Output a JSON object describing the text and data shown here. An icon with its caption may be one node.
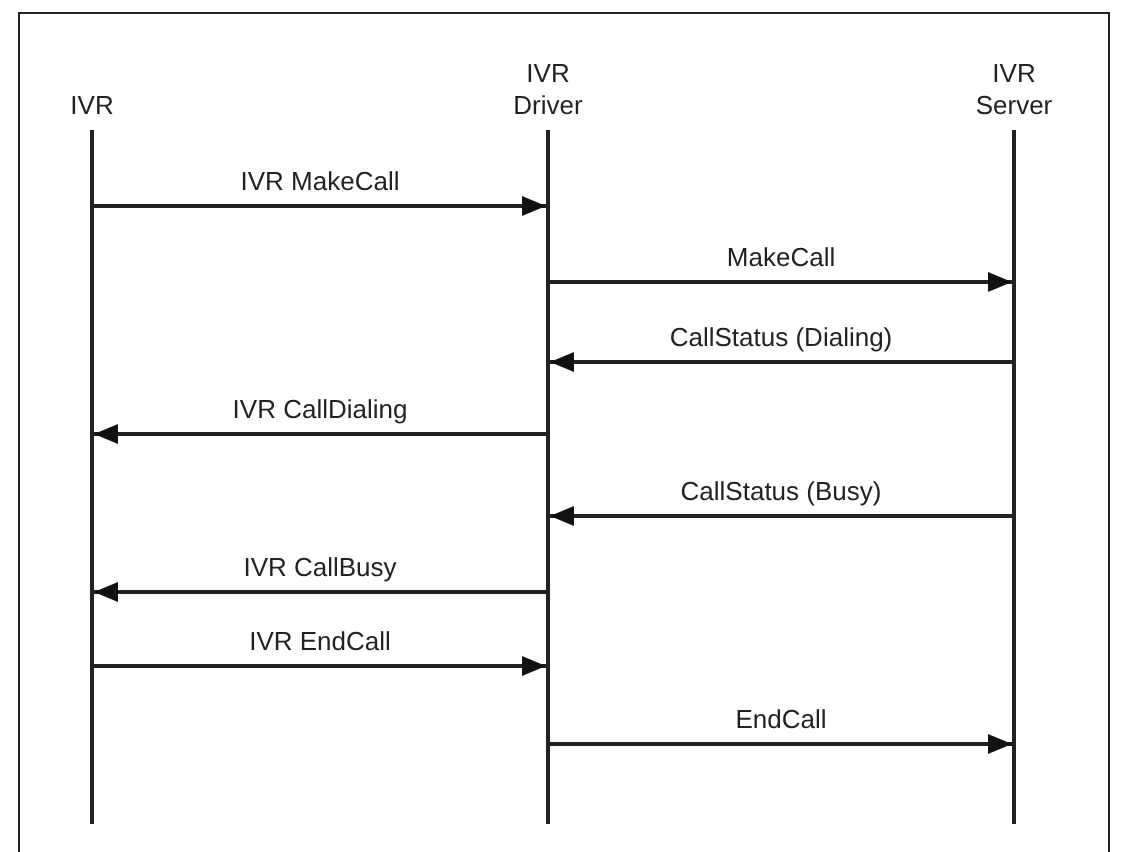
{
  "diagram": {
    "nodes": [
      {
        "text": [
          "IVR"
        ]
      },
      {
        "text": [
          "IVR Driver"
        ]
      },
      {
        "text": [
          "IVR Server"
        ]
      }
    ],
    "edges": [
      {
        "from": 0,
        "to": 1,
        "arrow": "to",
        "label": "IVR MakeCall"
      },
      {
        "from": 1,
        "to": 2,
        "arrow": "to",
        "label": "MakeCall"
      },
      {
        "from": 2,
        "to": 1,
        "arrow": "to",
        "label": "CallStatus (Dialing)"
      },
      {
        "from": 1,
        "to": 0,
        "arrow": "to",
        "label": "IVR CallDialing"
      },
      {
        "from": 2,
        "to": 1,
        "arrow": "to",
        "label": "CallStatus (Busy)"
      },
      {
        "from": 1,
        "to": 0,
        "arrow": "to",
        "label": "IVR CallBusy"
      },
      {
        "from": 0,
        "to": 1,
        "arrow": "to",
        "label": "IVR EndCall"
      },
      {
        "from": 1,
        "to": 2,
        "arrow": "to",
        "label": "EndCall"
      }
    ]
  }
}
